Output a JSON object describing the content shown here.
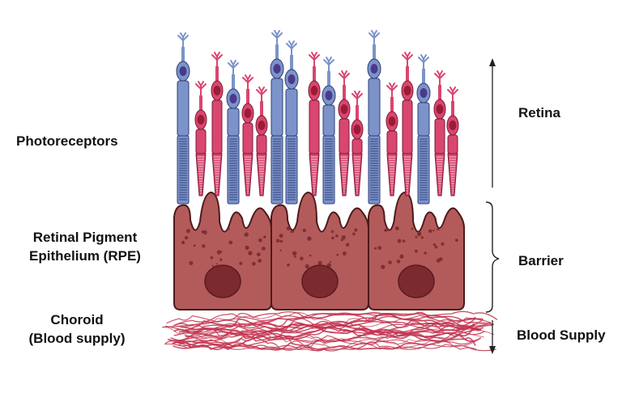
{
  "left_labels": {
    "photoreceptors": "Photoreceptors",
    "rpe_line1": "Retinal Pigment",
    "rpe_line2": "Epithelium (RPE)",
    "choroid_line1": "Choroid",
    "choroid_line2": "(Blood supply)"
  },
  "right_labels": {
    "retina": "Retina",
    "barrier": "Barrier",
    "blood_supply": "Blood Supply"
  },
  "colors": {
    "rod_blue": "#7b93c9",
    "rod_stroke": "#2f3f77",
    "cone_red": "#d9466f",
    "cone_stroke": "#7a1c3a",
    "nucleus_rod": "#4b3a8a",
    "nucleus_cone": "#9b1c35",
    "rpe_fill": "#b35b5b",
    "rpe_stroke": "#4e1a1a",
    "rpe_nucleus": "#7b2a2f",
    "vessel": "#c2324f"
  },
  "icons": [
    "rod-photoreceptor-icon",
    "cone-photoreceptor-icon",
    "rpe-cell-icon",
    "blood-vessel-icon"
  ]
}
